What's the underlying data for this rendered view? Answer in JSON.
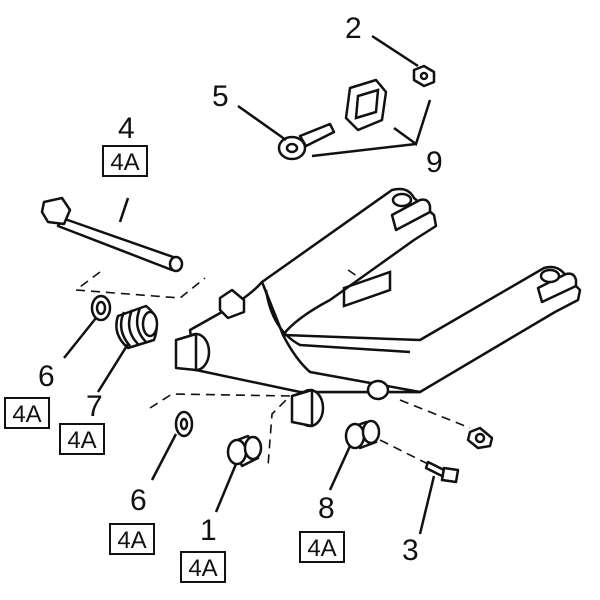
{
  "callouts": {
    "c1": "1",
    "c2": "2",
    "c3": "3",
    "c4": "4",
    "c5": "5",
    "c6a": "6",
    "c6b": "6",
    "c7": "7",
    "c8": "8",
    "c9": "9"
  },
  "boxes": {
    "b4": "4A",
    "b6a": "4A",
    "b7": "4A",
    "b6b": "4A",
    "b1": "4A",
    "b8": "4A"
  }
}
